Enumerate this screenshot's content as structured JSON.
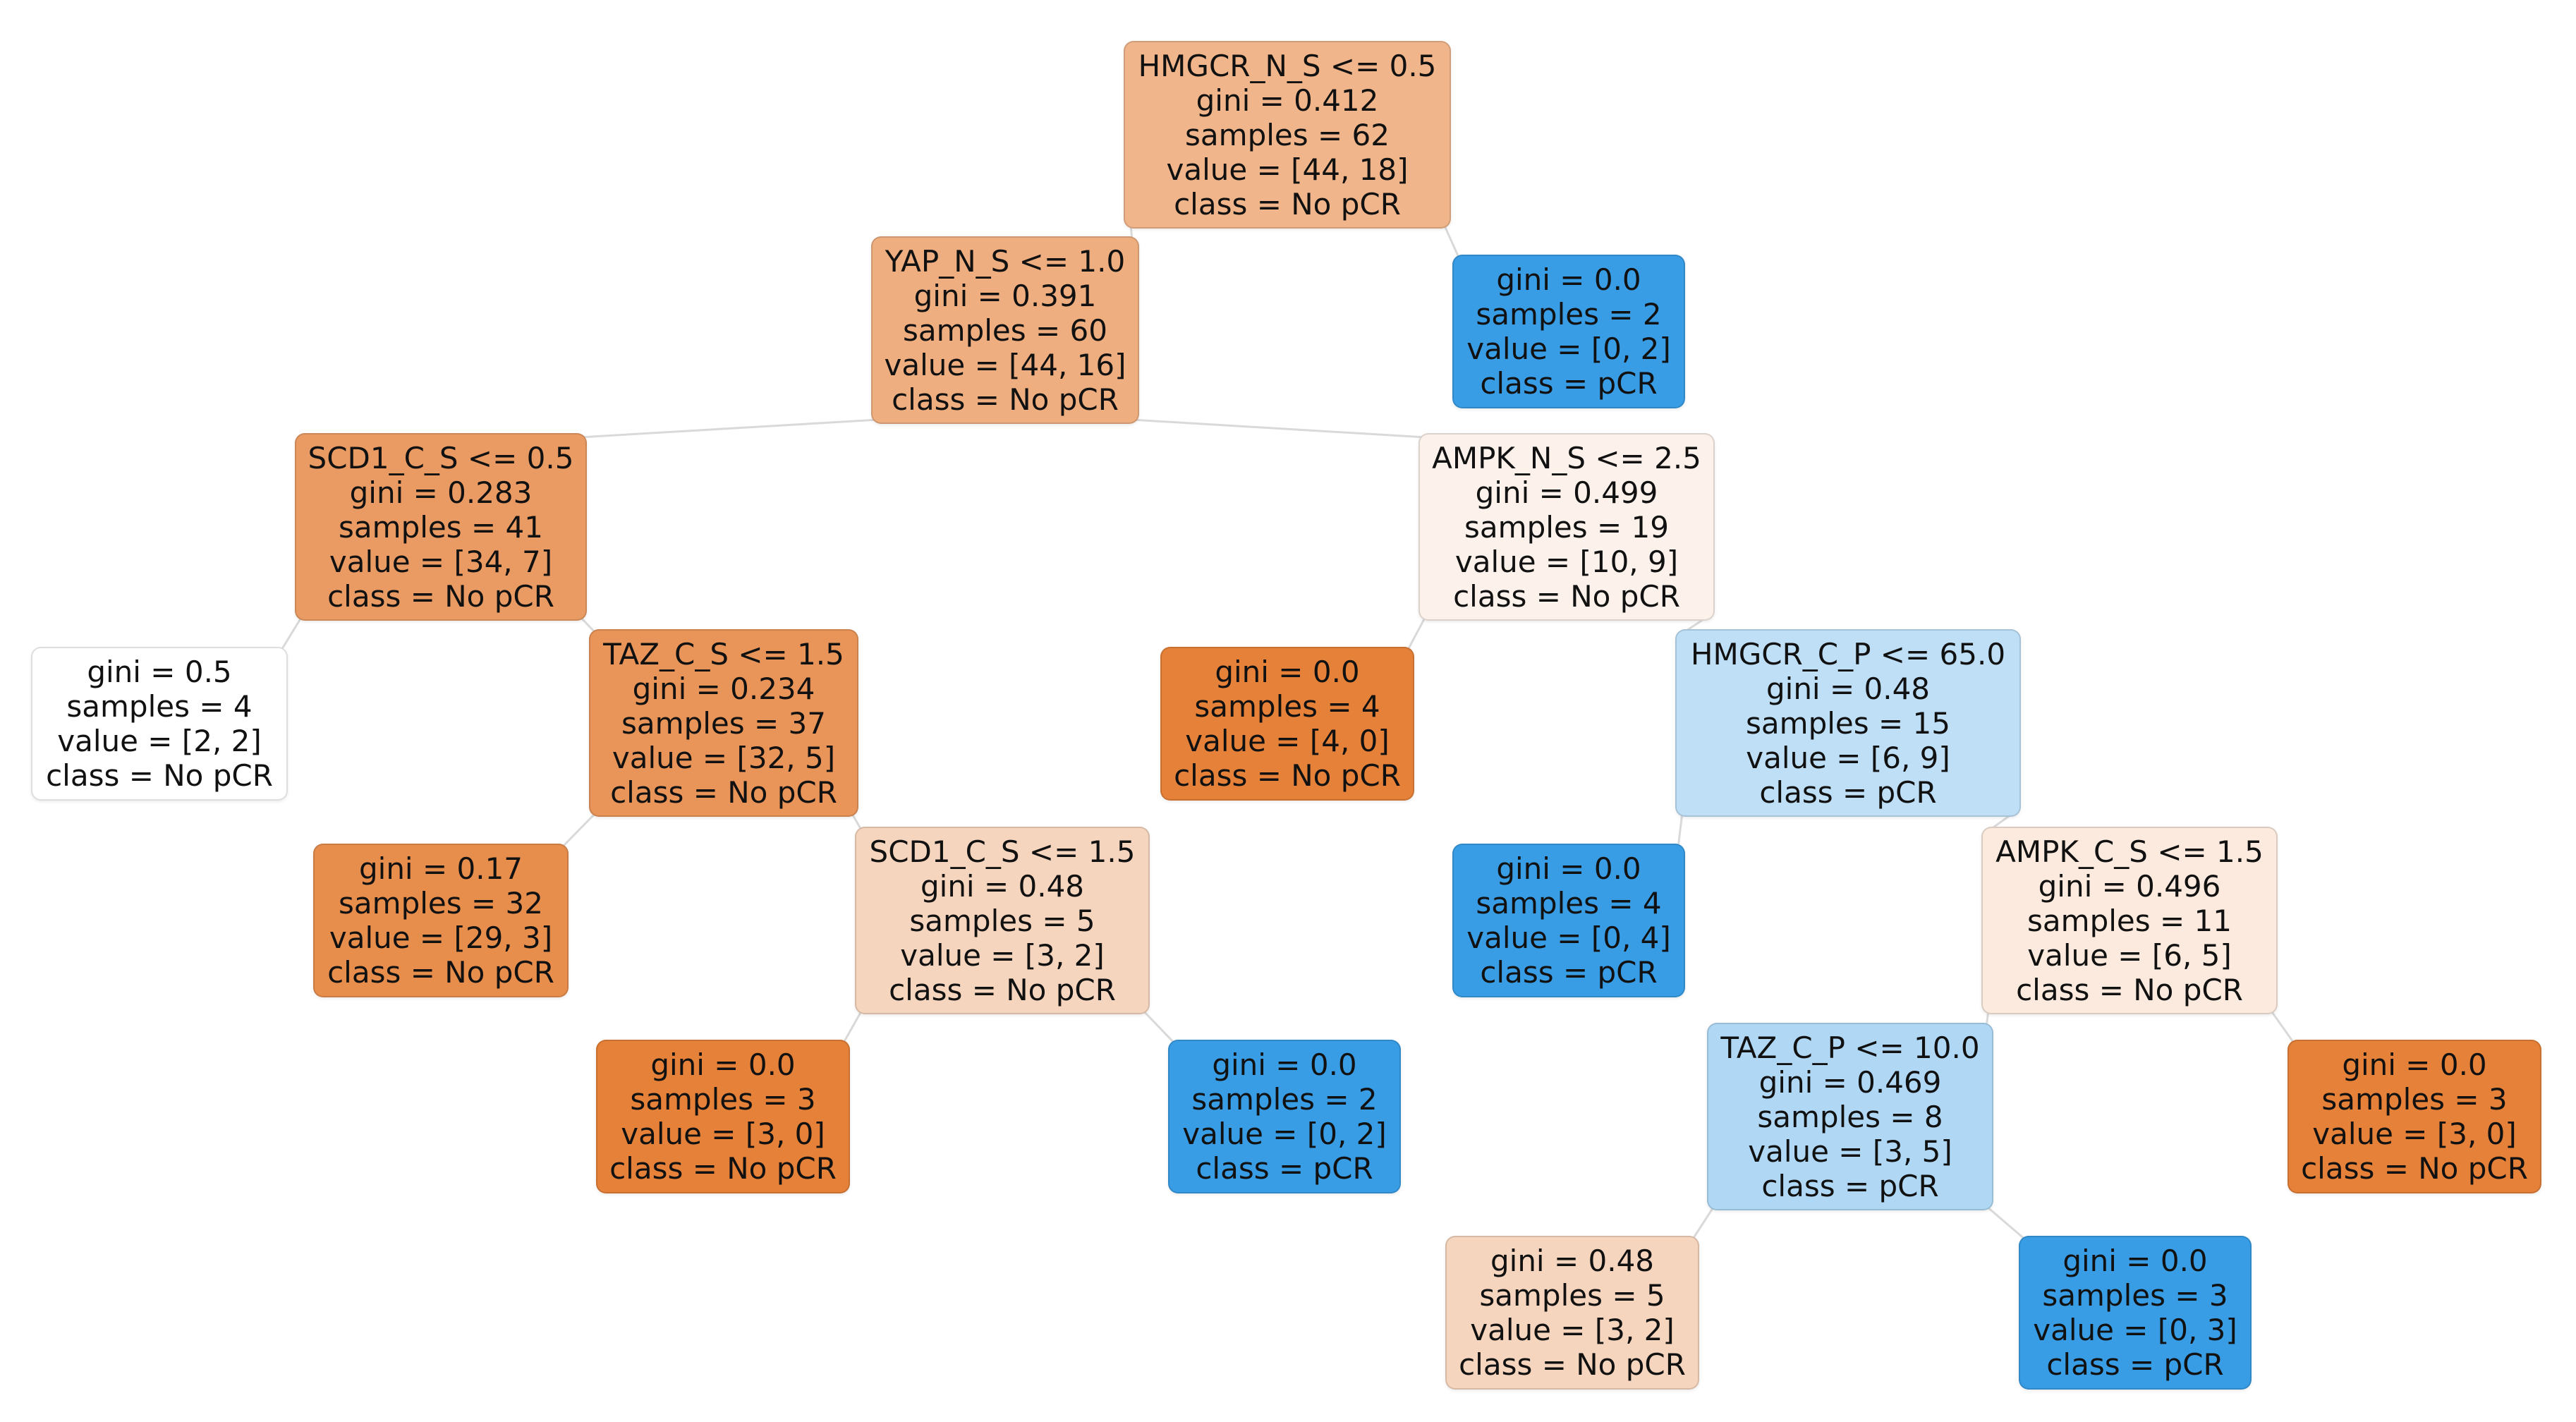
{
  "colors": {
    "no_pcr_full": "#e58139",
    "pcr_full": "#399de5",
    "edge": "#d9d9d9",
    "background": "#ffffff"
  },
  "nodes": {
    "n0": {
      "split": "HMGCR_N_S <= 0.5",
      "gini": "gini = 0.412",
      "samples": "samples = 62",
      "value": "value = [44, 18]",
      "class": "class = No pCR",
      "class_name": "No pCR",
      "purity": 0.59
    },
    "n1": {
      "split": "YAP_N_S <= 1.0",
      "gini": "gini = 0.391",
      "samples": "samples = 60",
      "value": "value = [44, 16]",
      "class": "class = No pCR",
      "class_name": "No pCR",
      "purity": 0.64
    },
    "n2": {
      "gini": "gini = 0.0",
      "samples": "samples = 2",
      "value": "value = [0, 2]",
      "class": "class = pCR",
      "class_name": "pCR",
      "purity": 1.0
    },
    "n3": {
      "split": "SCD1_C_S <= 0.5",
      "gini": "gini = 0.283",
      "samples": "samples = 41",
      "value": "value = [34, 7]",
      "class": "class = No pCR",
      "class_name": "No pCR",
      "purity": 0.79
    },
    "n4": {
      "split": "AMPK_N_S <= 2.5",
      "gini": "gini = 0.499",
      "samples": "samples = 19",
      "value": "value = [10, 9]",
      "class": "class = No pCR",
      "class_name": "No pCR",
      "purity": 0.1
    },
    "n5": {
      "gini": "gini = 0.5",
      "samples": "samples = 4",
      "value": "value = [2, 2]",
      "class": "class = No pCR",
      "class_name": "No pCR",
      "purity": 0.0
    },
    "n6": {
      "split": "TAZ_C_S <= 1.5",
      "gini": "gini = 0.234",
      "samples": "samples = 37",
      "value": "value = [32, 5]",
      "class": "class = No pCR",
      "class_name": "No pCR",
      "purity": 0.84
    },
    "n7": {
      "gini": "gini = 0.0",
      "samples": "samples = 4",
      "value": "value = [4, 0]",
      "class": "class = No pCR",
      "class_name": "No pCR",
      "purity": 1.0
    },
    "n8": {
      "split": "HMGCR_C_P <= 65.0",
      "gini": "gini = 0.48",
      "samples": "samples = 15",
      "value": "value = [6, 9]",
      "class": "class = pCR",
      "class_name": "pCR",
      "purity": 0.33
    },
    "n9": {
      "gini": "gini = 0.17",
      "samples": "samples = 32",
      "value": "value = [29, 3]",
      "class": "class = No pCR",
      "class_name": "No pCR",
      "purity": 0.9
    },
    "n10": {
      "split": "SCD1_C_S <= 1.5",
      "gini": "gini = 0.48",
      "samples": "samples = 5",
      "value": "value = [3, 2]",
      "class": "class = No pCR",
      "class_name": "No pCR",
      "purity": 0.33
    },
    "n11": {
      "gini": "gini = 0.0",
      "samples": "samples = 4",
      "value": "value = [0, 4]",
      "class": "class = pCR",
      "class_name": "pCR",
      "purity": 1.0
    },
    "n12": {
      "split": "AMPK_C_S <= 1.5",
      "gini": "gini = 0.496",
      "samples": "samples = 11",
      "value": "value = [6, 5]",
      "class": "class = No pCR",
      "class_name": "No pCR",
      "purity": 0.17
    },
    "n13": {
      "gini": "gini = 0.0",
      "samples": "samples = 3",
      "value": "value = [3, 0]",
      "class": "class = No pCR",
      "class_name": "No pCR",
      "purity": 1.0
    },
    "n14": {
      "gini": "gini = 0.0",
      "samples": "samples = 2",
      "value": "value = [0, 2]",
      "class": "class = pCR",
      "class_name": "pCR",
      "purity": 1.0
    },
    "n15": {
      "split": "TAZ_C_P <= 10.0",
      "gini": "gini = 0.469",
      "samples": "samples = 8",
      "value": "value = [3, 5]",
      "class": "class = pCR",
      "class_name": "pCR",
      "purity": 0.4
    },
    "n16": {
      "gini": "gini = 0.0",
      "samples": "samples = 3",
      "value": "value = [3, 0]",
      "class": "class = No pCR",
      "class_name": "No pCR",
      "purity": 1.0
    },
    "n17": {
      "gini": "gini = 0.48",
      "samples": "samples = 5",
      "value": "value = [3, 2]",
      "class": "class = No pCR",
      "class_name": "No pCR",
      "purity": 0.33
    },
    "n18": {
      "gini": "gini = 0.0",
      "samples": "samples = 3",
      "value": "value = [0, 3]",
      "class": "class = pCR",
      "class_name": "pCR",
      "purity": 1.0
    }
  },
  "edges": [
    [
      "n0",
      "n1"
    ],
    [
      "n0",
      "n2"
    ],
    [
      "n1",
      "n3"
    ],
    [
      "n1",
      "n4"
    ],
    [
      "n3",
      "n5"
    ],
    [
      "n3",
      "n6"
    ],
    [
      "n4",
      "n7"
    ],
    [
      "n4",
      "n8"
    ],
    [
      "n6",
      "n9"
    ],
    [
      "n6",
      "n10"
    ],
    [
      "n10",
      "n13"
    ],
    [
      "n10",
      "n14"
    ],
    [
      "n8",
      "n11"
    ],
    [
      "n8",
      "n12"
    ],
    [
      "n12",
      "n15"
    ],
    [
      "n12",
      "n16"
    ],
    [
      "n15",
      "n17"
    ],
    [
      "n15",
      "n18"
    ]
  ]
}
